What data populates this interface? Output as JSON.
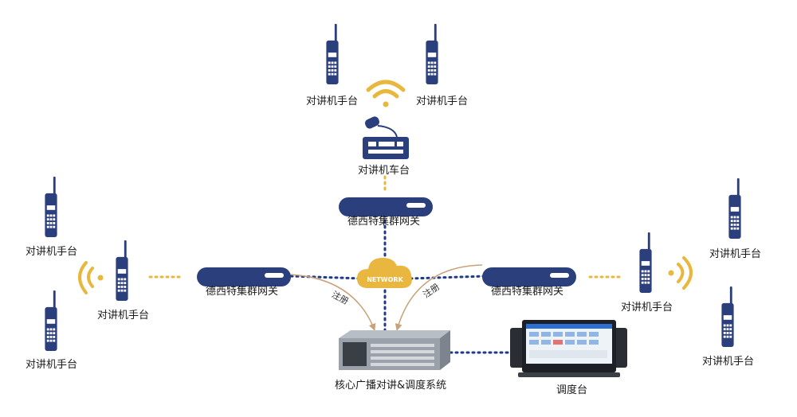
{
  "cloud_label": "NETWORK",
  "labels": {
    "radio_top_left": "对讲机手台",
    "radio_top_right": "对讲机手台",
    "vehicle_radio": "对讲机车台",
    "gateway_top": "德西特集群网关",
    "gateway_left": "德西特集群网关",
    "gateway_right": "德西特集群网关",
    "register_left": "注册",
    "register_right": "注册",
    "left_radio_1": "对讲机手台",
    "left_radio_2": "对讲机手台",
    "left_radio_3": "对讲机手台",
    "right_radio_1": "对讲机手台",
    "right_radio_2": "对讲机手台",
    "right_radio_3": "对讲机手台",
    "server": "核心广播对讲&调度系统",
    "console": "调度台"
  },
  "colors": {
    "radio_blue": "#2c3f7d",
    "wifi_gold": "#e8b83e",
    "link_blue": "#1f3a8a",
    "register_arrow": "#c9a27a",
    "cloud_gold": "#e9b640"
  },
  "icons": [
    "handheld-radio-icon",
    "wifi-signal-icon",
    "vehicle-radio-icon",
    "gateway-icon",
    "network-cloud-icon",
    "server-icon",
    "console-icon"
  ]
}
